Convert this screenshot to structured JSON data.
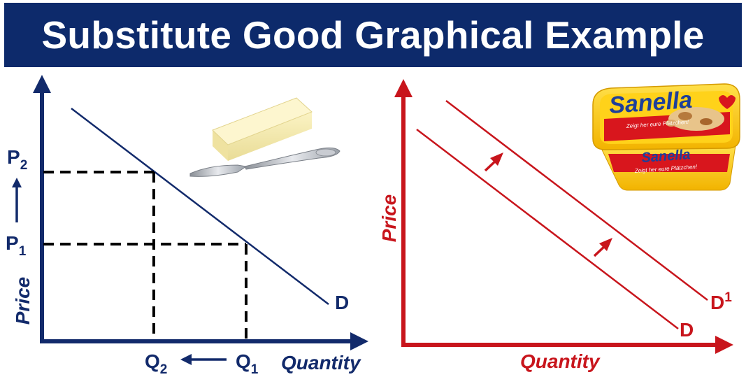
{
  "title": "Substitute Good Graphical Example",
  "colors": {
    "banner": "#0d2a6b",
    "left_graph": "#122a6b",
    "right_graph": "#c8151c"
  },
  "left_graph": {
    "y_axis_label": "Price",
    "x_axis_label": "Quantity",
    "curve_label": "D",
    "price_levels": [
      {
        "base": "P",
        "sub": "2"
      },
      {
        "base": "P",
        "sub": "1"
      }
    ],
    "quantity_levels": [
      {
        "base": "Q",
        "sub": "2"
      },
      {
        "base": "Q",
        "sub": "1"
      }
    ],
    "image": "butter-stick-with-knife"
  },
  "right_graph": {
    "y_axis_label": "Price",
    "x_axis_label": "Quantity",
    "original_curve_label": "D",
    "shifted_curve_label_base": "D",
    "shifted_curve_label_sup": "1",
    "image": "sanella-margarine-tub",
    "product": {
      "brand": "Sanella",
      "tagline": "Zeigt her eure Plätzchen!"
    }
  }
}
